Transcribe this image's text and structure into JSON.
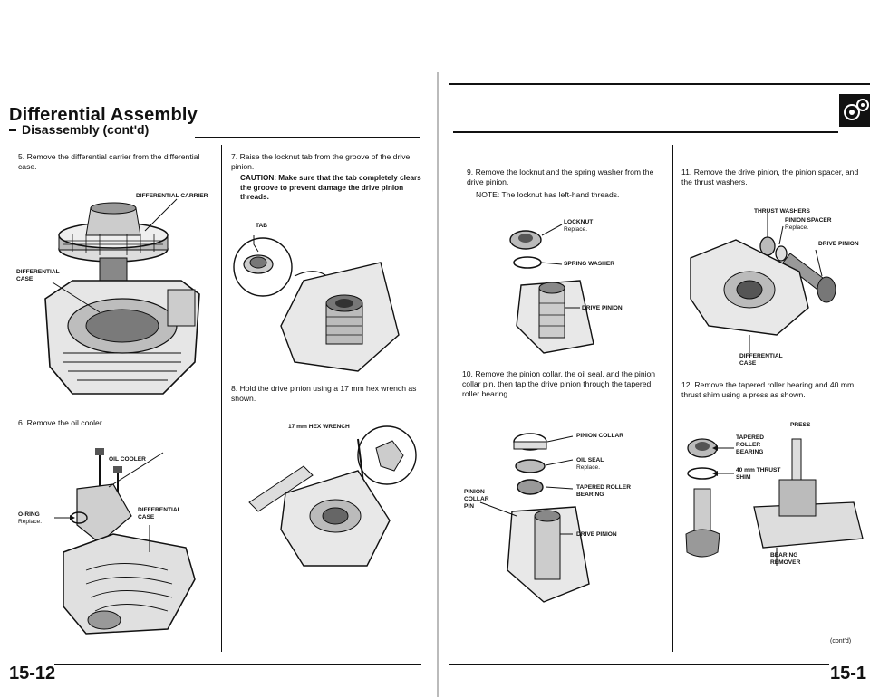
{
  "left_page": {
    "title": "Differential Assembly",
    "subtitle": "Disassembly (cont'd)",
    "page_number": "15-12"
  },
  "right_page": {
    "page_number": "15-1",
    "continued": "(cont'd)"
  },
  "steps": [
    {
      "num": "5.",
      "text": "Remove the differential carrier from the differential case."
    },
    {
      "num": "6.",
      "text": "Remove the oil cooler."
    },
    {
      "num": "7.",
      "text": "Raise the locknut tab from the groove of the drive pinion.",
      "caution": "CAUTION: Make sure that the tab completely clears the groove to prevent damage the drive pinion threads."
    },
    {
      "num": "8.",
      "text": "Hold the drive pinion using a 17 mm hex wrench as shown."
    },
    {
      "num": "9.",
      "text": "Remove the locknut and the spring washer from the drive pinion.",
      "note": "NOTE: The locknut has left-hand threads."
    },
    {
      "num": "10.",
      "text": "Remove the pinion collar, the oil seal, and the pinion collar pin, then tap the drive pinion through the tapered roller bearing."
    },
    {
      "num": "11.",
      "text": "Remove the drive pinion, the pinion spacer, and the thrust washers."
    },
    {
      "num": "12.",
      "text": "Remove the tapered roller bearing and 40 mm thrust shim using a press as shown."
    }
  ],
  "labels": {
    "diff_carrier": "DIFFERENTIAL CARRIER",
    "diff_case_1": "DIFFERENTIAL",
    "diff_case_2": "CASE",
    "oil_cooler": "OIL COOLER",
    "oring": "O-RING",
    "replace": "Replace.",
    "diff_case_b1": "DIFFERENTIAL",
    "diff_case_b2": "CASE",
    "tab": "TAB",
    "hex_wrench": "17 mm HEX WRENCH",
    "locknut": "LOCKNUT",
    "spring_washer": "SPRING WASHER",
    "drive_pinion_9": "DRIVE PINION",
    "pinion_collar": "PINION COLLAR",
    "oil_seal": "OIL SEAL",
    "pin_1": "PINION",
    "pin_2": "COLLAR",
    "pin_3": "PIN",
    "trb_1": "TAPERED ROLLER",
    "trb_2": "BEARING",
    "drive_pinion_10": "DRIVE PINION",
    "thrust_washers": "THRUST WASHERS",
    "pinion_spacer": "PINION SPACER",
    "drive_pinion_11": "DRIVE PINION",
    "diff_case_c1": "DIFFERENTIAL",
    "diff_case_c2": "CASE",
    "press": "PRESS",
    "trb12_1": "TAPERED",
    "trb12_2": "ROLLER",
    "trb12_3": "BEARING",
    "shim_1": "40 mm THRUST",
    "shim_2": "SHIM",
    "remover_1": "BEARING",
    "remover_2": "REMOVER"
  }
}
